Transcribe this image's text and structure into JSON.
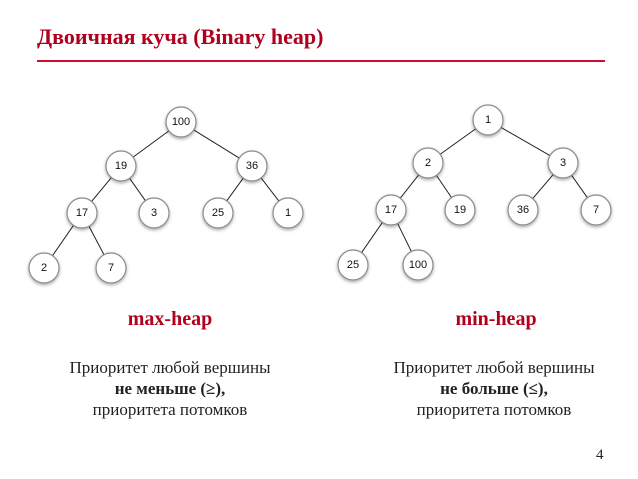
{
  "title": "Двоичная куча (Binary heap)",
  "colors": {
    "title": "#b0001e",
    "rule": "#c8102e",
    "node_border": "#8a8a8a"
  },
  "max_heap": {
    "label": "max-heap",
    "nodes": [
      "100",
      "19",
      "36",
      "17",
      "3",
      "25",
      "1",
      "2",
      "7"
    ],
    "desc_line1": "Приоритет любой вершины",
    "desc_line2": "не меньше (≥),",
    "desc_line3": "приоритета потомков"
  },
  "min_heap": {
    "label": "min-heap",
    "nodes": [
      "1",
      "2",
      "3",
      "17",
      "19",
      "36",
      "7",
      "25",
      "100"
    ],
    "desc_line1": "Приоритет любой вершины",
    "desc_line2": "не больше (≤),",
    "desc_line3": "приоритета потомков"
  },
  "page_number": "4"
}
